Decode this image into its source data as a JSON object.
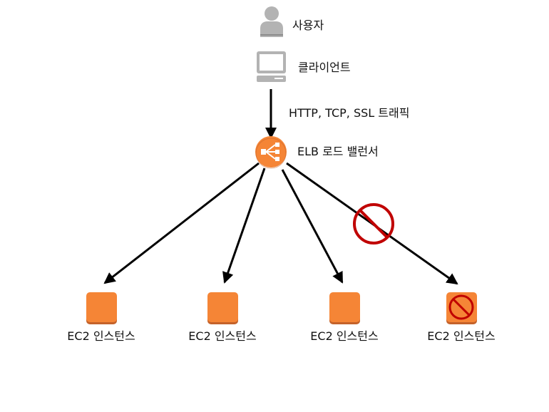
{
  "nodes": {
    "user": {
      "label": "사용자",
      "icon": "user-icon"
    },
    "client": {
      "label": "클라이언트",
      "icon": "computer-icon"
    },
    "traffic": {
      "label": "HTTP, TCP, SSL 트래픽"
    },
    "elb": {
      "label": "ELB 로드 밸런서",
      "icon": "load-balancer-icon"
    },
    "instances": [
      {
        "label": "EC2 인스턴스",
        "healthy": true
      },
      {
        "label": "EC2 인스턴스",
        "healthy": true
      },
      {
        "label": "EC2 인스턴스",
        "healthy": true
      },
      {
        "label": "EC2 인스턴스",
        "healthy": false
      }
    ]
  },
  "colors": {
    "orange": "#F58536",
    "gray": "#B3B3B3",
    "blocked": "#C00000",
    "arrow": "#000000"
  }
}
